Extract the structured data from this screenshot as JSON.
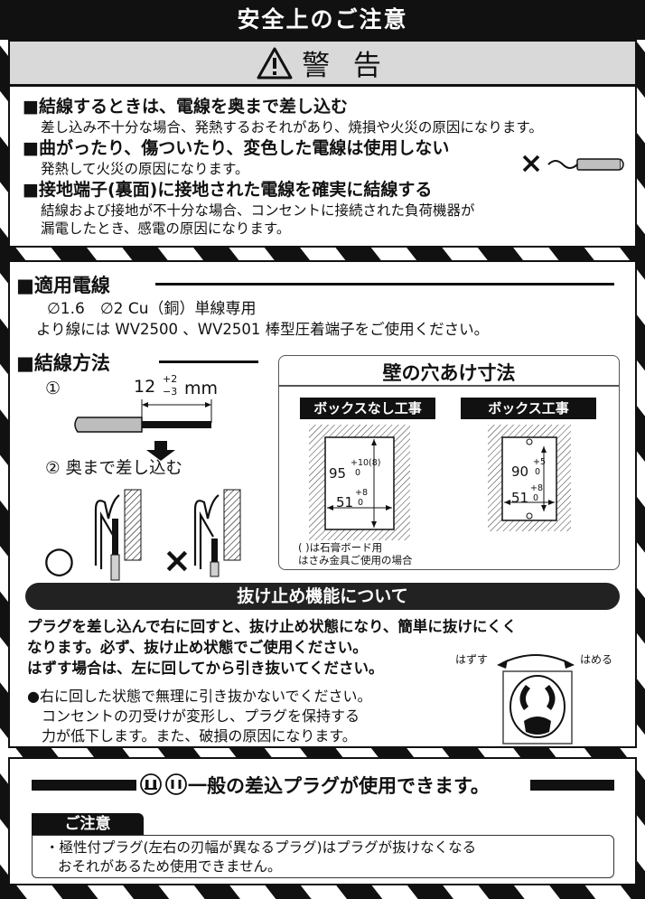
{
  "header": {
    "title": "安全上のご注意",
    "warning_label": "警 告"
  },
  "warnings": [
    {
      "title": "結線するときは、電線を奥まで差し込む",
      "desc": [
        "差し込み不十分な場合、発熱するおそれがあり、焼損や火災の原因になります。"
      ]
    },
    {
      "title": "曲がったり、傷ついたり、変色した電線は使用しない",
      "desc": [
        "発熱して火災の原因になります。"
      ]
    },
    {
      "title": "接地端子(裏面)に接地された電線を確実に結線する",
      "desc": [
        "結線および接地が不十分な場合、コンセントに接続された負荷機器が",
        "漏電したとき、感電の原因になります。"
      ]
    }
  ],
  "wires": {
    "heading": "適用電線",
    "line1": "∅1.6　∅2 Cu（銅）単線専用",
    "line2": "より線には WV2500 、WV2501 棒型圧着端子をご使用ください。"
  },
  "wiring": {
    "heading": "結線方法",
    "step1": "①",
    "dimension": "12",
    "tol_plus": "+2",
    "tol_minus": "−3",
    "unit": "mm",
    "step2": "② 奥まで差し込む",
    "ok_mark": "○",
    "ng_mark": "×"
  },
  "hole": {
    "title": "壁の穴あけ寸法",
    "no_box": {
      "label": "ボックスなし工事",
      "top_value": "95",
      "top_tol_plus": "+10(8)",
      "top_tol_minus": "0",
      "bottom_value": "51",
      "bottom_tol_plus": "+8",
      "bottom_tol_minus": "0"
    },
    "box": {
      "label": "ボックス工事",
      "top_value": "90",
      "top_tol_plus": "+5",
      "top_tol_minus": "0",
      "bottom_value": "51",
      "bottom_tol_plus": "+8",
      "bottom_tol_minus": "0"
    },
    "note1": "( )は石膏ボード用",
    "note2": "はさみ金具ご使用の場合"
  },
  "lock": {
    "title": "抜け止め機能について",
    "para": [
      "プラグを差し込んで右に回すと、抜け止め状態になり、簡単に抜けにくく",
      "なります。必ず、抜け止め状態でご使用ください。",
      "はずす場合は、左に回してから引き抜いてください。"
    ],
    "bullet": [
      "●右に回した状態で無理に引き抜かないでください。",
      "コンセントの刃受けが変形し、プラグを保持する",
      "力が低下します。また、破損の原因になります。"
    ],
    "remove_label": "はずす",
    "attach_label": "はめる"
  },
  "plug": {
    "heading": "一般の差込プラグが使用できます。",
    "caution_label": "ご注意",
    "caution_lines": [
      "・極性付プラグ(左右の刃幅が異なるプラグ)はプラグが抜けなくなる",
      "おそれがあるため使用できません。"
    ]
  },
  "colors": {
    "black": "#111111",
    "warning_bg": "#d9d9d9"
  }
}
